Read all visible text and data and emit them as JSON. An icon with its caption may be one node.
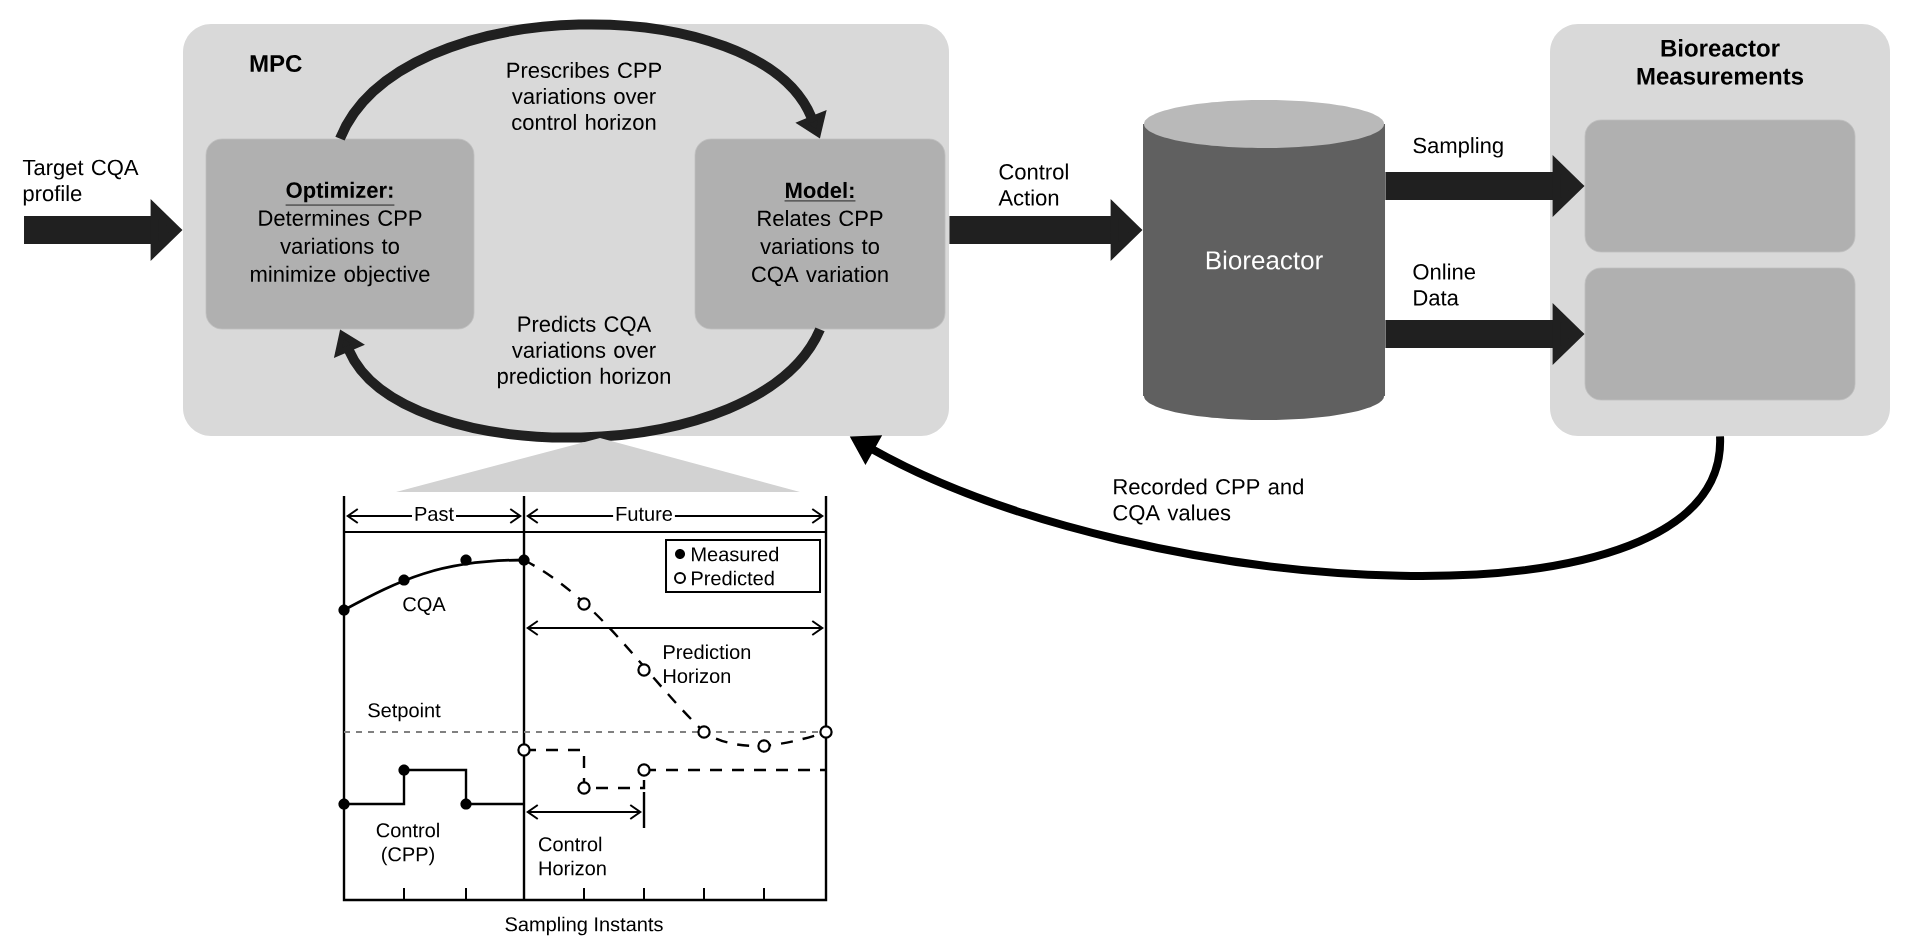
{
  "diagram": {
    "nodes": [
      {
        "text": [
          "MPC"
        ]
      },
      {
        "text": [
          "Optimizer:",
          "Determines CPP variations to minimize objective"
        ],
        "in": 0
      },
      {
        "text": [
          "Model:",
          "Relates CPP variations to CQA variation"
        ],
        "in": 0
      },
      {
        "text": [
          "Bioreactor"
        ]
      },
      {
        "text": [
          "Bioreactor Measurements"
        ]
      },
      {
        "text": [],
        "shape": "box",
        "in": 4
      },
      {
        "text": [],
        "shape": "box",
        "in": 4
      }
    ],
    "edges": [
      {
        "from": null,
        "to": 0,
        "arrow": "to",
        "label": "Target CQA profile"
      },
      {
        "from": 1,
        "to": 2,
        "arrow": "to",
        "label": "Prescribes CPP variations over control horizon"
      },
      {
        "from": 2,
        "to": 1,
        "arrow": "to",
        "label": "Predicts CQA variations over prediction horizon"
      },
      {
        "from": 0,
        "to": 3,
        "arrow": "to",
        "label": "Control Action"
      },
      {
        "from": 3,
        "to": 5,
        "arrow": "to",
        "label": "Sampling"
      },
      {
        "from": 3,
        "to": 6,
        "arrow": "to",
        "label": "Online Data"
      },
      {
        "from": 4,
        "to": 0,
        "arrow": "to",
        "label": "Recorded CPP and CQA values"
      }
    ],
    "labels": [
      "Past",
      "Future",
      "CQA",
      "Prediction Horizon",
      "Setpoint",
      "Control (CPP)",
      "Control Horizon",
      "Sampling Instants"
    ],
    "legend": [
      {
        "text": "Measured"
      },
      {
        "text": "Predicted"
      }
    ]
  }
}
